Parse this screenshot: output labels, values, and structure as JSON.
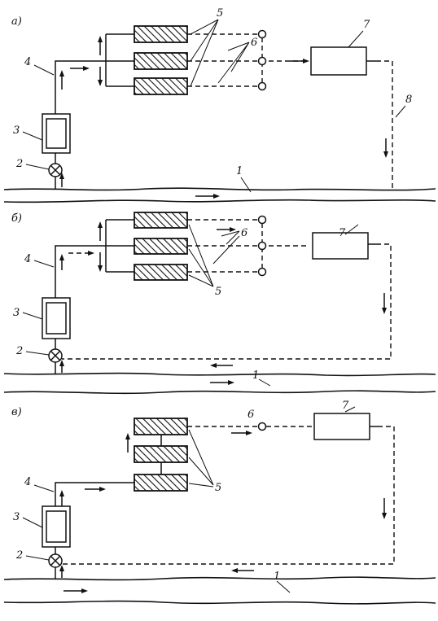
{
  "panels": [
    {
      "id": "a",
      "label": "a)",
      "numbers": {
        "n1": "1",
        "n2": "2",
        "n3": "3",
        "n4": "4",
        "n5": "5",
        "n6": "6",
        "n7": "7",
        "n8": "8"
      }
    },
    {
      "id": "b",
      "label": "б)",
      "numbers": {
        "n1": "1",
        "n2": "2",
        "n3": "3",
        "n4": "4",
        "n5": "5",
        "n6": "6",
        "n7": "7"
      }
    },
    {
      "id": "c",
      "label": "в)",
      "numbers": {
        "n1": "1",
        "n2": "2",
        "n3": "3",
        "n4": "4",
        "n5": "5",
        "n6": "6",
        "n7": "7"
      }
    }
  ],
  "colors": {
    "ink": "#111111",
    "background": "#ffffff",
    "hatch": "#111111"
  }
}
